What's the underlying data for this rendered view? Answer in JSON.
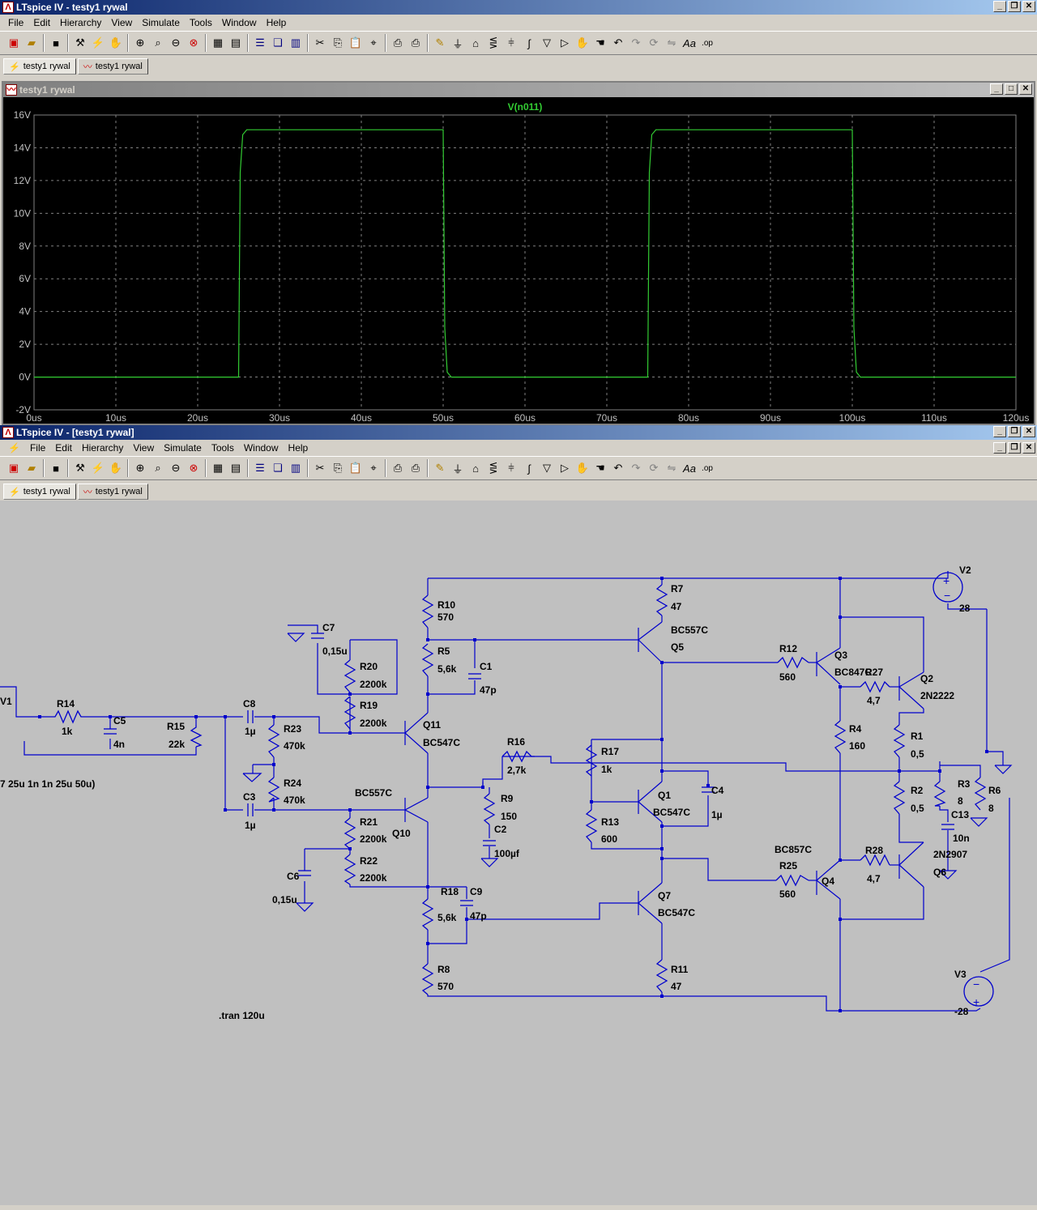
{
  "top_window": {
    "title": "LTspice IV - testy1 rywal",
    "menu": [
      "File",
      "Edit",
      "Hierarchy",
      "View",
      "Simulate",
      "Tools",
      "Window",
      "Help"
    ],
    "tabs": [
      "testy1 rywal",
      "testy1 rywal"
    ]
  },
  "plot_window": {
    "title": "testy1 rywal",
    "trace_name": "V(n011)",
    "trace_color": "#33cc33",
    "chart_data": {
      "type": "line",
      "title": "V(n011)",
      "x_ticks": [
        "0us",
        "10us",
        "20us",
        "30us",
        "40us",
        "50us",
        "60us",
        "70us",
        "80us",
        "90us",
        "100us",
        "110us",
        "120us"
      ],
      "y_ticks": [
        "16V",
        "14V",
        "12V",
        "10V",
        "8V",
        "6V",
        "4V",
        "2V",
        "0V",
        "-2V"
      ],
      "xlim": [
        0,
        120
      ],
      "ylim": [
        -2,
        16
      ],
      "grid": true,
      "series": [
        {
          "name": "V(n011)",
          "x": [
            0,
            25,
            25.2,
            25.5,
            26,
            50,
            50.2,
            50.5,
            51,
            75,
            75.2,
            75.5,
            76,
            100,
            100.2,
            100.5,
            101,
            120
          ],
          "y": [
            0,
            0,
            12.5,
            14.8,
            15.1,
            15.1,
            3,
            0.3,
            0,
            0,
            12.5,
            14.8,
            15.1,
            15.1,
            3,
            0.3,
            0,
            0
          ]
        }
      ]
    }
  },
  "bottom_window": {
    "title": "LTspice IV - [testy1 rywal]",
    "menu": [
      "File",
      "Edit",
      "Hierarchy",
      "View",
      "Simulate",
      "Tools",
      "Window",
      "Help"
    ],
    "tabs": [
      "testy1 rywal",
      "testy1 rywal"
    ]
  },
  "schematic": {
    "wire_color": "#0000cc",
    "labels": [
      "V1",
      "R14",
      "1k",
      "C5",
      "4n",
      "R15",
      "22k",
      "7 25u 1n 1n 25u 50u)",
      "C8",
      "1µ",
      "R23",
      "470k",
      "R24",
      "470k",
      "C3",
      "1µ",
      "C7",
      "0,15u",
      "R20",
      "2200k",
      "R19",
      "2200k",
      "R21",
      "2200k",
      "R22",
      "2200k",
      "C6",
      "0,15u",
      "R10",
      "570",
      "R5",
      "5,6k",
      "C1",
      "47p",
      "Q11",
      "BC547C",
      "BC557C",
      "Q10",
      "R18",
      "5,6k",
      "C9",
      "47p",
      "R8",
      "570",
      "R16",
      "2,7k",
      "R9",
      "150",
      "C2",
      "100µf",
      "R7",
      "47",
      "BC557C",
      "Q5",
      "R17",
      "1k",
      "R13",
      "600",
      "Q1",
      "BC547C",
      "C4",
      "1µ",
      "Q7",
      "BC547C",
      "R11",
      "47",
      "R12",
      "560",
      "Q3",
      "BC847C",
      "R27",
      "4,7",
      "Q2",
      "2N2222",
      "R4",
      "160",
      "R1",
      "0,5",
      "R2",
      "0,5",
      "BC857C",
      "R25",
      "560",
      "Q4",
      "R28",
      "4,7",
      "2N2907",
      "Q6",
      "V2",
      "28",
      "V3",
      "-28",
      "R3",
      "8",
      "C13",
      "10n",
      "R6",
      "8",
      ".tran 120u"
    ]
  }
}
